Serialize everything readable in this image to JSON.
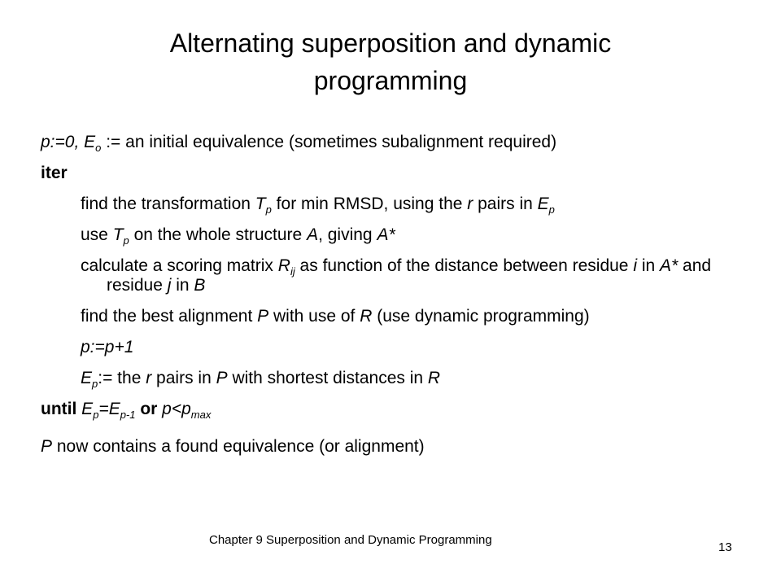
{
  "title": {
    "line1": "Alternating superposition and dynamic",
    "line2": "programming"
  },
  "lines": {
    "l1": {
      "a": "p:=0, E",
      "a_sub": "o",
      "b": " := an initial equivalence (sometimes subalignment required)"
    },
    "l2": {
      "a": "iter"
    },
    "l3": {
      "a": "find the transformation ",
      "T": "T",
      "T_sub": "p",
      "b": " for min RMSD, using the ",
      "r": "r",
      "c": "  pairs in ",
      "E": "E",
      "E_sub": "p"
    },
    "l4": {
      "a": "use ",
      "T": "T",
      "T_sub": "p",
      "b": " on the whole structure ",
      "A": "A",
      "c": ", giving ",
      "A2": "A*"
    },
    "l5": {
      "a": "calculate a scoring matrix ",
      "R": "R",
      "R_sub": "ij",
      "b": " as function of the distance between residue ",
      "i": "i",
      "c": " in ",
      "A": "A*",
      "d": " and residue ",
      "j": "j",
      "e": " in ",
      "B": "B"
    },
    "l6": {
      "a": "find the best alignment ",
      "P": "P",
      "b": " with use of ",
      "R": "R",
      "c": "  (use dynamic programming)"
    },
    "l7": {
      "a": "p:=p+1"
    },
    "l8": {
      "E": "E",
      "E_sub": "p",
      "a": ":= the ",
      "r": "r",
      "b": " pairs in ",
      "P": "P",
      "c": " with shortest distances in ",
      "R": "R"
    },
    "l9": {
      "until": "until",
      "sp": " ",
      "E1": "E",
      "E1_sub": "p",
      "eq": "=",
      "E2": "E",
      "E2_sub": "p-1",
      "or": " or ",
      "p": "p<p",
      "p_sub": "max"
    },
    "l10": {
      "P": "P",
      "a": " now contains a found equivalence (or alignment)"
    }
  },
  "footer": "Chapter 9 Superposition and Dynamic Programming",
  "page_number": "13"
}
